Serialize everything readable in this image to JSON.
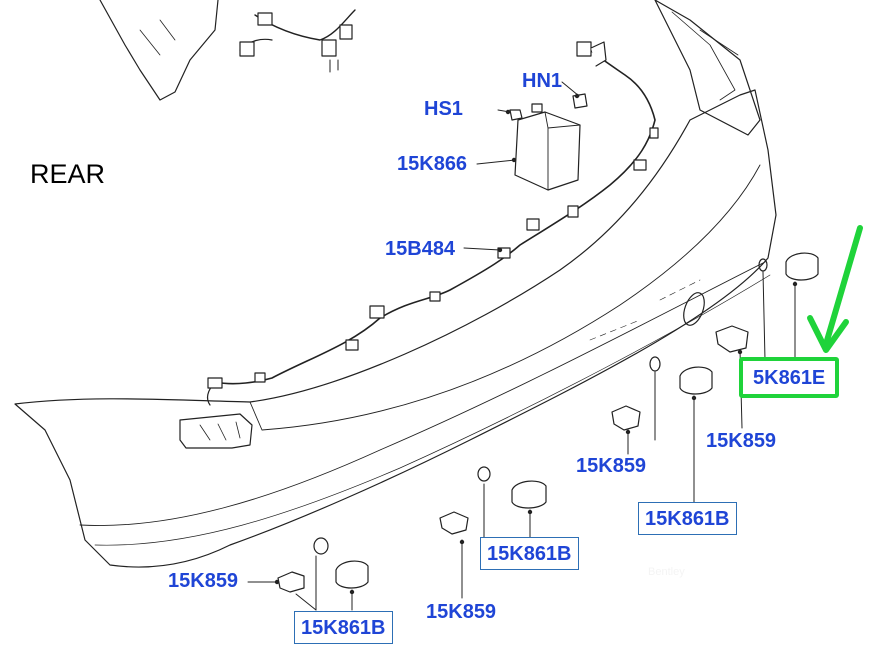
{
  "view_label": "REAR",
  "callouts": {
    "hs1": "HS1",
    "hn1": "HN1",
    "k866": "15K866",
    "b484": "15B484",
    "k859_right": "15K859",
    "k859_mid": "15K859",
    "k859_left": "15K859",
    "k859_bottom": "15K859",
    "k861b_highlighted": "5K861E",
    "k861b_box1": "15K861B",
    "k861b_box2": "15K861B",
    "k861b_box3": "15K861B"
  },
  "watermark": "Bentley",
  "colors": {
    "label_blue": "#1f45d6",
    "box_border": "#2d6fb5",
    "highlight_green": "#1fd33a",
    "line_art": "#222222"
  }
}
